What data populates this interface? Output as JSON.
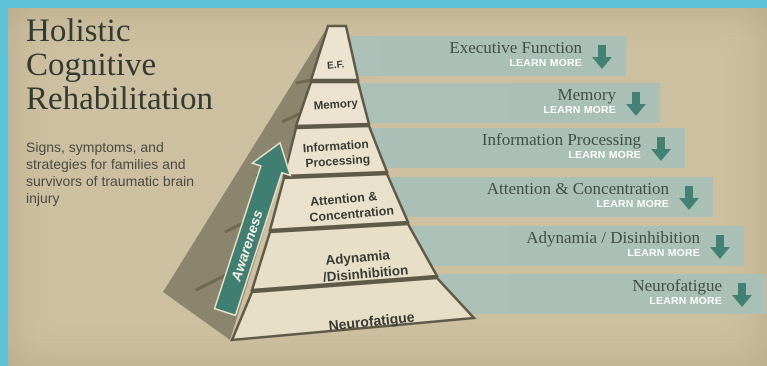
{
  "title_lines": [
    "Holistic",
    "Cognitive",
    "Rehabilitation"
  ],
  "subtitle": "Signs, symptoms, and strategies for families and survivors of traumatic brain injury",
  "awareness_label": "Awareness",
  "pyramid_levels": [
    {
      "lines": [
        "E.F."
      ]
    },
    {
      "lines": [
        "Memory"
      ]
    },
    {
      "lines": [
        "Information",
        "Processing"
      ]
    },
    {
      "lines": [
        "Attention &",
        "Concentration"
      ]
    },
    {
      "lines": [
        "Adynamia",
        "/Disinhibition"
      ]
    },
    {
      "lines": [
        "Neurofatigue"
      ]
    }
  ],
  "bands": [
    {
      "label": "Executive Function",
      "learn_more": "LEARN MORE"
    },
    {
      "label": "Memory",
      "learn_more": "LEARN MORE"
    },
    {
      "label": "Information Processing",
      "learn_more": "LEARN MORE"
    },
    {
      "label": "Attention & Concentration",
      "learn_more": "LEARN MORE"
    },
    {
      "label": "Adynamia / Disinhibition",
      "learn_more": "LEARN MORE"
    },
    {
      "label": "Neurofatigue",
      "learn_more": "LEARN MORE"
    }
  ],
  "colors": {
    "band": "#a9c1b8",
    "arrow": "#3e7f72",
    "pyramid_face": "#ece4d1",
    "pyramid_side": "#8c856d"
  }
}
